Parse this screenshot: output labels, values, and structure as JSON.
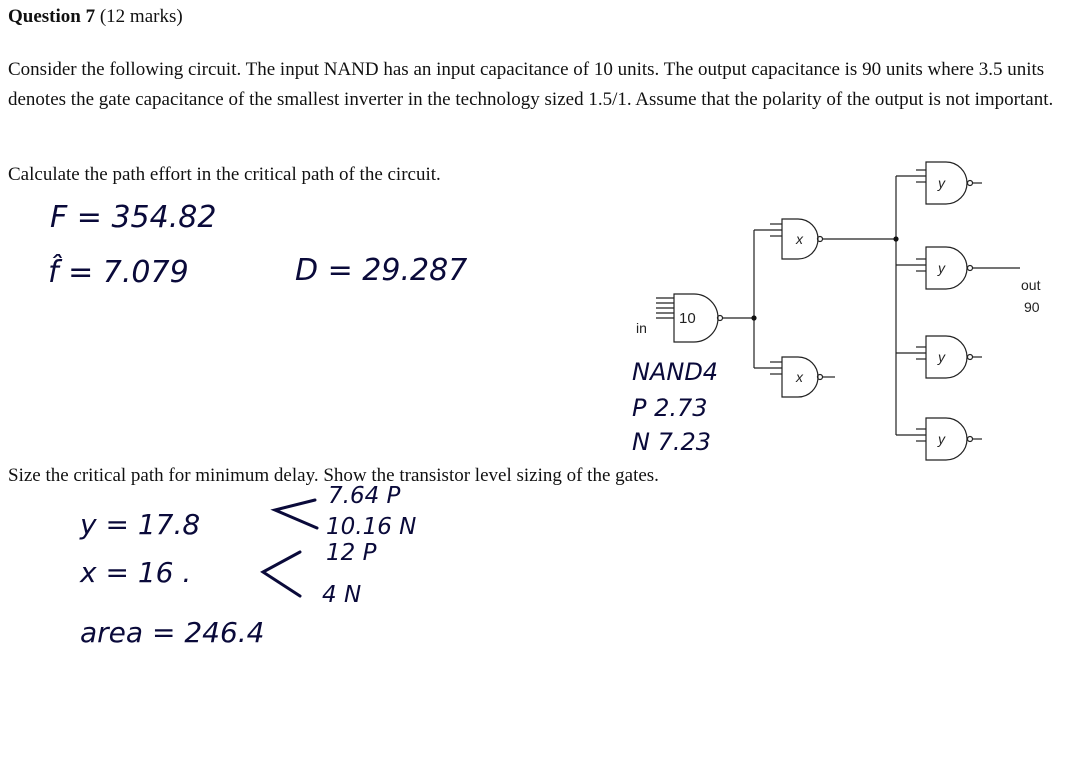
{
  "question": {
    "number_label": "Question 7",
    "marks": "(12 marks)",
    "intro": "Consider the following circuit. The input NAND has an input capacitance of 10 units. The output capacitance is 90 units where 3.5 units denotes the gate capacitance of the smallest inverter in the technology sized 1.5/1. Assume that the polarity of the output is not important.",
    "part_a": "Calculate the path effort in the critical path of the circuit.",
    "part_b": "Size the critical path for minimum delay. Show the transistor level sizing of the gates."
  },
  "handwritten": {
    "F": "F = 354.82",
    "f_hat": "f̂ = 7.079",
    "D": "D = 29.287",
    "nand_label": "NAND4",
    "nand_p": "P 2.73",
    "nand_n": "N 7.23",
    "y_val": "y = 17.8",
    "x_val": "x = 16 .",
    "y_p": "7.64 P",
    "y_n": "10.16 N",
    "x_p": "12 P",
    "x_n": "4 N",
    "area": "area = 246.4"
  },
  "circuit": {
    "input_label": "in",
    "nand_size": "10",
    "gate_x_label": "x",
    "gate_y_label": "y",
    "output_label": "out",
    "output_cap": "90"
  }
}
